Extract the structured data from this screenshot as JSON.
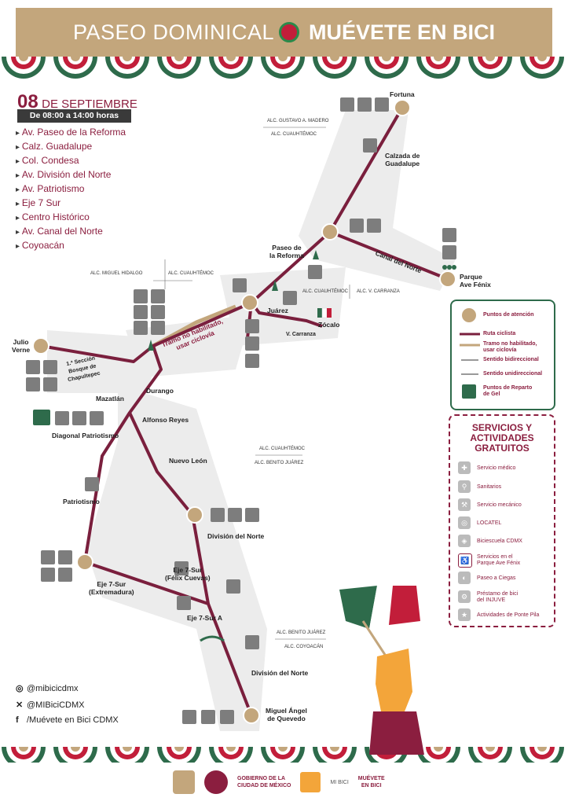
{
  "header": {
    "title_left": "PASEO DOMINICAL",
    "title_right": "MUÉVETE EN BICI"
  },
  "date": {
    "day": "08",
    "month": "DE SEPTIEMBRE",
    "hours": "De 08:00 a 14:00 horas"
  },
  "routes": [
    "Av. Paseo de la Reforma",
    "Calz. Guadalupe",
    "Col. Condesa",
    "Av. División del Norte",
    "Av. Patriotismo",
    "Eje 7 Sur",
    "Centro Histórico",
    "Av. Canal del Norte",
    "Coyoacán"
  ],
  "map_labels": {
    "fortuna": "Fortuna",
    "calzada": "Calzada de\nGuadalupe",
    "paseo_reforma": "Paseo de\nla Reforma",
    "canal_norte": "Canal del Norte",
    "parque_fenix": "Parque\nAve Fénix",
    "juarez": "Juárez",
    "zocalo": "Zócalo",
    "carranza": "V. Carranza",
    "tramo": "Tramo no habilitado,\nusar ciclovía",
    "julio_verne": "Julio\nVerne",
    "bosque": "1.ª Sección\nBosque de\nChapultepec",
    "durango": "Durango",
    "mazatlan": "Mazatlán",
    "alfonso_reyes": "Alfonso Reyes",
    "diagonal": "Diagonal Patriotismo",
    "nuevo_leon": "Nuevo León",
    "patriotismo": "Patriotismo",
    "division_norte_1": "División del Norte",
    "eje7_felix": "Eje 7-Sur\n(Félix Cuevas)",
    "eje7_extremadura": "Eje 7-Sur\n(Extremadura)",
    "eje7_a": "Eje 7-Sur A",
    "division_norte_2": "División del Norte",
    "miguel_angel": "Miguel Ángel\nde Quevedo"
  },
  "alcaldias": {
    "gam": "ALC. GUSTAVO A. MADERO",
    "cuau1": "ALC. CUAUHTÉMOC",
    "mh": "ALC. MIGUEL HIDALGO",
    "cuau2": "ALC. CUAUHTÉMOC",
    "cuau3": "ALC. CUAUHTÉMOC",
    "vc": "ALC. V. CARRANZA",
    "cuau4": "ALC. CUAUHTÉMOC",
    "bj1": "ALC. BENITO JUÁREZ",
    "bj2": "ALC. BENITO JUÁREZ",
    "coy": "ALC. COYOACÁN"
  },
  "icon_labels": {
    "wc": "WC"
  },
  "legend": {
    "atencion": "Puntos de atención",
    "ruta": "Ruta ciclista",
    "tramo": "Tramo no habilitado,\nusar ciclovía",
    "bidireccional": "Sentido bidireccional",
    "unidireccional": "Sentido unidireccional",
    "gel": "Puntos de Reparto\nde Gel"
  },
  "services": {
    "title": "SERVICIOS Y\nACTIVIDADES\nGRATUITOS",
    "items": [
      "Servicio médico",
      "Sanitarios",
      "Servicio mecánico",
      "LOCATEL",
      "Biciescuela CDMX",
      "Servicios en el\nParque Ave Fénix",
      "Paseo a Ciegas",
      "Préstamo de bici\ndel INJUVE",
      "Actividades de Ponte Pila"
    ]
  },
  "social": [
    "@mibicicdmx",
    "@MIBiciCDMX",
    "/Muévete en Bici CDMX"
  ],
  "footer": {
    "gob_line1": "GOBIERNO DE LA",
    "gob_line2": "CIUDAD DE MÉXICO",
    "mibici": "MI BICI",
    "muevete": "MUÉVETE",
    "muevete_sub": "EN BICI"
  },
  "colors": {
    "route": "#7a1f3d",
    "tramo": "#c3a67c",
    "green": "#2e6b4b",
    "header": "#c3a67c"
  }
}
